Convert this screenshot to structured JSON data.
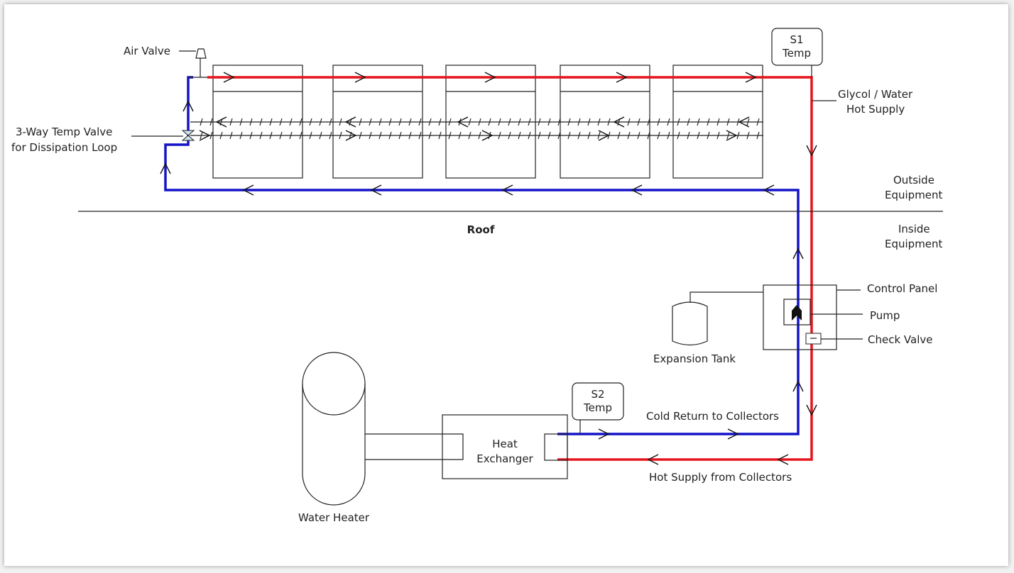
{
  "labels": {
    "air_valve": "Air Valve",
    "three_way_1": "3-Way Temp Valve",
    "three_way_2": "for Dissipation Loop",
    "s1_1": "S1",
    "s1_2": "Temp",
    "glycol_1": "Glycol / Water",
    "glycol_2": "Hot Supply",
    "outside_1": "Outside",
    "outside_2": "Equipment",
    "roof": "Roof",
    "inside_1": "Inside",
    "inside_2": "Equipment",
    "control_panel": "Control Panel",
    "pump": "Pump",
    "check_valve": "Check Valve",
    "expansion_tank": "Expansion Tank",
    "s2_1": "S2",
    "s2_2": "Temp",
    "cold_return": "Cold Return to Collectors",
    "hot_supply": "Hot Supply from Collectors",
    "hx_1": "Heat",
    "hx_2": "Exchanger",
    "water_heater": "Water Heater"
  },
  "colors": {
    "hot": "#e5141b",
    "cold": "#1414c8"
  }
}
